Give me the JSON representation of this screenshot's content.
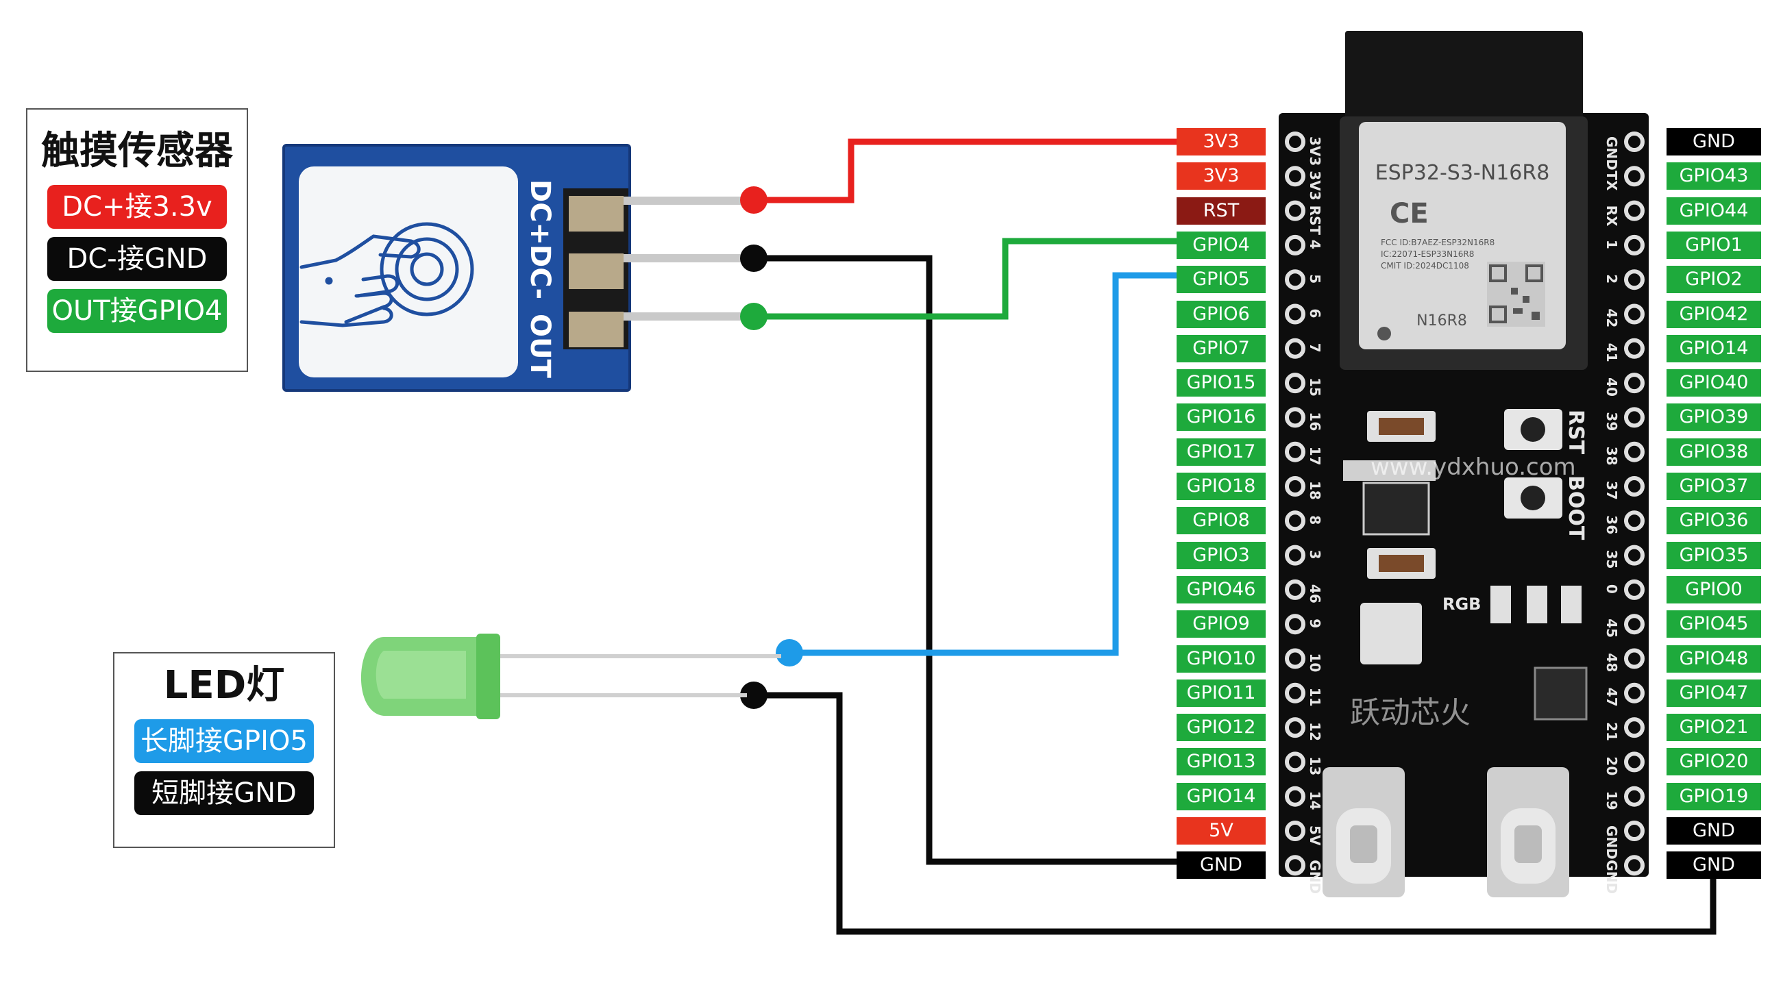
{
  "touch_sensor": {
    "title": "触摸传感器",
    "legend": [
      "DC+接3.3v",
      "DC-接GND",
      "OUT接GPIO4"
    ],
    "pin_labels": [
      "DC+",
      "DC-",
      "OUT"
    ]
  },
  "led": {
    "title": "LED灯",
    "legend": [
      "长脚接GPIO5",
      "短脚接GND"
    ]
  },
  "board": {
    "module_name": "ESP32-S3-N16R8",
    "ce_mark": "CE",
    "fcc_lines": [
      "FCC ID:B7AEZ-ESP32N16R8",
      "IC:22071-ESP33N16R8",
      "CMIT ID:2024DC1108"
    ],
    "module_code": "N16R8",
    "rgb_label": "RGB",
    "rst_label": "RST",
    "boot_label": "BOOT",
    "brand": "跃动芯火",
    "watermark": "www.ydxhuo.com",
    "left_silk": [
      "3V3",
      "3V3",
      "RST",
      "4",
      "5",
      "6",
      "7",
      "15",
      "16",
      "17",
      "18",
      "8",
      "3",
      "46",
      "9",
      "10",
      "11",
      "12",
      "13",
      "14",
      "5V",
      "GND"
    ],
    "right_silk": [
      "GND",
      "TX",
      "RX",
      "1",
      "2",
      "42",
      "41",
      "40",
      "39",
      "38",
      "37",
      "36",
      "35",
      "0",
      "45",
      "48",
      "47",
      "21",
      "20",
      "19",
      "GND",
      "GND"
    ]
  },
  "left_pins": [
    {
      "label": "3V3",
      "color": "#e8341e"
    },
    {
      "label": "3V3",
      "color": "#e8341e"
    },
    {
      "label": "RST",
      "color": "#8b1a14"
    },
    {
      "label": "GPIO4",
      "color": "#1eaa3c"
    },
    {
      "label": "GPIO5",
      "color": "#1eaa3c"
    },
    {
      "label": "GPIO6",
      "color": "#1eaa3c"
    },
    {
      "label": "GPIO7",
      "color": "#1eaa3c"
    },
    {
      "label": "GPIO15",
      "color": "#1eaa3c"
    },
    {
      "label": "GPIO16",
      "color": "#1eaa3c"
    },
    {
      "label": "GPIO17",
      "color": "#1eaa3c"
    },
    {
      "label": "GPIO18",
      "color": "#1eaa3c"
    },
    {
      "label": "GPIO8",
      "color": "#1eaa3c"
    },
    {
      "label": "GPIO3",
      "color": "#1eaa3c"
    },
    {
      "label": "GPIO46",
      "color": "#1eaa3c"
    },
    {
      "label": "GPIO9",
      "color": "#1eaa3c"
    },
    {
      "label": "GPIO10",
      "color": "#1eaa3c"
    },
    {
      "label": "GPIO11",
      "color": "#1eaa3c"
    },
    {
      "label": "GPIO12",
      "color": "#1eaa3c"
    },
    {
      "label": "GPIO13",
      "color": "#1eaa3c"
    },
    {
      "label": "GPIO14",
      "color": "#1eaa3c"
    },
    {
      "label": "5V",
      "color": "#e8341e"
    },
    {
      "label": "GND",
      "color": "#000000"
    }
  ],
  "right_pins": [
    {
      "label": "GND",
      "color": "#000000"
    },
    {
      "label": "GPIO43",
      "color": "#1eaa3c"
    },
    {
      "label": "GPIO44",
      "color": "#1eaa3c"
    },
    {
      "label": "GPIO1",
      "color": "#1eaa3c"
    },
    {
      "label": "GPIO2",
      "color": "#1eaa3c"
    },
    {
      "label": "GPIO42",
      "color": "#1eaa3c"
    },
    {
      "label": "GPIO14",
      "color": "#1eaa3c"
    },
    {
      "label": "GPIO40",
      "color": "#1eaa3c"
    },
    {
      "label": "GPIO39",
      "color": "#1eaa3c"
    },
    {
      "label": "GPIO38",
      "color": "#1eaa3c"
    },
    {
      "label": "GPIO37",
      "color": "#1eaa3c"
    },
    {
      "label": "GPIO36",
      "color": "#1eaa3c"
    },
    {
      "label": "GPIO35",
      "color": "#1eaa3c"
    },
    {
      "label": "GPIO0",
      "color": "#1eaa3c"
    },
    {
      "label": "GPIO45",
      "color": "#1eaa3c"
    },
    {
      "label": "GPIO48",
      "color": "#1eaa3c"
    },
    {
      "label": "GPIO47",
      "color": "#1eaa3c"
    },
    {
      "label": "GPIO21",
      "color": "#1eaa3c"
    },
    {
      "label": "GPIO20",
      "color": "#1eaa3c"
    },
    {
      "label": "GPIO19",
      "color": "#1eaa3c"
    },
    {
      "label": "GND",
      "color": "#000000"
    },
    {
      "label": "GND",
      "color": "#000000"
    }
  ],
  "wire_colors": {
    "red": "#e8211e",
    "black": "#0a0a0a",
    "green": "#1eaa3c",
    "blue": "#1e9be8"
  }
}
